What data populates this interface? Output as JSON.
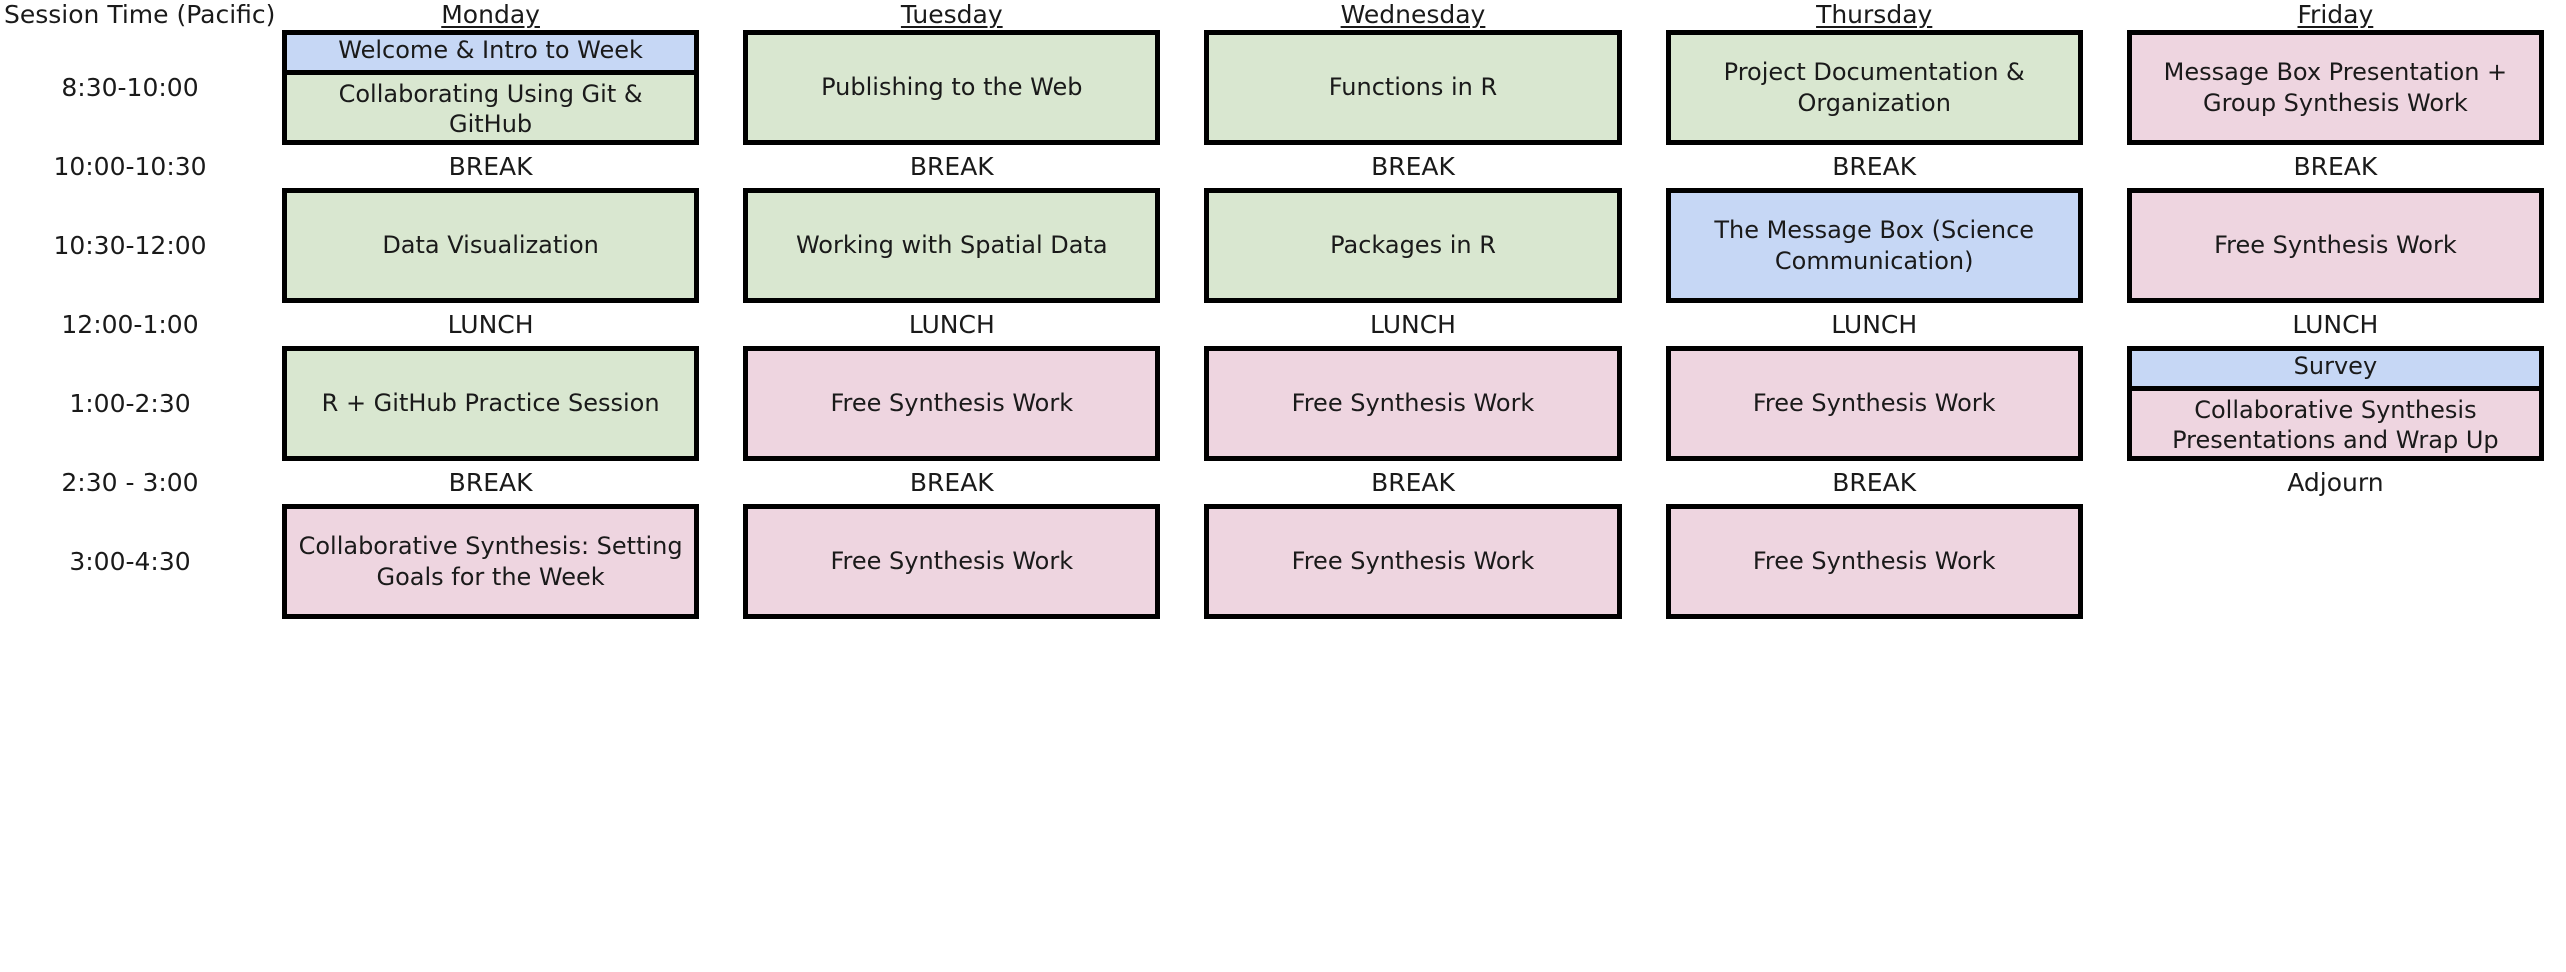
{
  "header": {
    "time_column_title": "Session Time (Pacific)",
    "days": [
      "Monday",
      "Tuesday",
      "Wednesday",
      "Thursday",
      "Friday"
    ]
  },
  "colors": {
    "green": "#d9e7d0",
    "blue": "#c6d7f5",
    "pink": "#eed5e0",
    "border": "#000000",
    "text": "#1a1a1a",
    "background": "#ffffff"
  },
  "rows": [
    {
      "time": "8:30-10:00",
      "kind": "session",
      "cells": [
        {
          "segments": [
            {
              "text": "Welcome & Intro to Week",
              "color": "blue"
            },
            {
              "text": "Collaborating Using Git & GitHub",
              "color": "green"
            }
          ]
        },
        {
          "segments": [
            {
              "text": "Publishing to the Web",
              "color": "green"
            }
          ]
        },
        {
          "segments": [
            {
              "text": "Functions in R",
              "color": "green"
            }
          ]
        },
        {
          "segments": [
            {
              "text": "Project Documentation & Organization",
              "color": "green"
            }
          ]
        },
        {
          "segments": [
            {
              "text": "Message Box Presentation + Group Synthesis Work",
              "color": "pink"
            }
          ]
        }
      ]
    },
    {
      "time": "10:00-10:30",
      "kind": "interstitial",
      "cells": [
        {
          "label": "BREAK"
        },
        {
          "label": "BREAK"
        },
        {
          "label": "BREAK"
        },
        {
          "label": "BREAK"
        },
        {
          "label": "BREAK"
        }
      ]
    },
    {
      "time": "10:30-12:00",
      "kind": "session",
      "cells": [
        {
          "segments": [
            {
              "text": "Data Visualization",
              "color": "green"
            }
          ]
        },
        {
          "segments": [
            {
              "text": "Working with Spatial Data",
              "color": "green"
            }
          ]
        },
        {
          "segments": [
            {
              "text": "Packages in R",
              "color": "green"
            }
          ]
        },
        {
          "segments": [
            {
              "text": "The Message Box (Science Communication)",
              "color": "blue"
            }
          ]
        },
        {
          "segments": [
            {
              "text": "Free Synthesis Work",
              "color": "pink"
            }
          ]
        }
      ]
    },
    {
      "time": "12:00-1:00",
      "kind": "interstitial",
      "cells": [
        {
          "label": "LUNCH"
        },
        {
          "label": "LUNCH"
        },
        {
          "label": "LUNCH"
        },
        {
          "label": "LUNCH"
        },
        {
          "label": "LUNCH"
        }
      ]
    },
    {
      "time": "1:00-2:30",
      "kind": "session",
      "cells": [
        {
          "segments": [
            {
              "text": "R + GitHub Practice Session",
              "color": "green"
            }
          ]
        },
        {
          "segments": [
            {
              "text": "Free Synthesis Work",
              "color": "pink"
            }
          ]
        },
        {
          "segments": [
            {
              "text": "Free Synthesis Work",
              "color": "pink"
            }
          ]
        },
        {
          "segments": [
            {
              "text": "Free Synthesis Work",
              "color": "pink"
            }
          ]
        },
        {
          "segments": [
            {
              "text": "Survey",
              "color": "blue"
            },
            {
              "text": "Collaborative Synthesis Presentations and Wrap Up",
              "color": "pink"
            }
          ]
        }
      ]
    },
    {
      "time": "2:30 - 3:00",
      "kind": "interstitial",
      "cells": [
        {
          "label": "BREAK"
        },
        {
          "label": "BREAK"
        },
        {
          "label": "BREAK"
        },
        {
          "label": "BREAK"
        },
        {
          "label": "Adjourn"
        }
      ]
    },
    {
      "time": "3:00-4:30",
      "kind": "session",
      "cells": [
        {
          "segments": [
            {
              "text": "Collaborative Synthesis: Setting Goals for the Week",
              "color": "pink"
            }
          ]
        },
        {
          "segments": [
            {
              "text": "Free Synthesis Work",
              "color": "pink"
            }
          ]
        },
        {
          "segments": [
            {
              "text": "Free Synthesis Work",
              "color": "pink"
            }
          ]
        },
        {
          "segments": [
            {
              "text": "Free Synthesis Work",
              "color": "pink"
            }
          ]
        },
        {
          "segments": []
        }
      ]
    }
  ]
}
